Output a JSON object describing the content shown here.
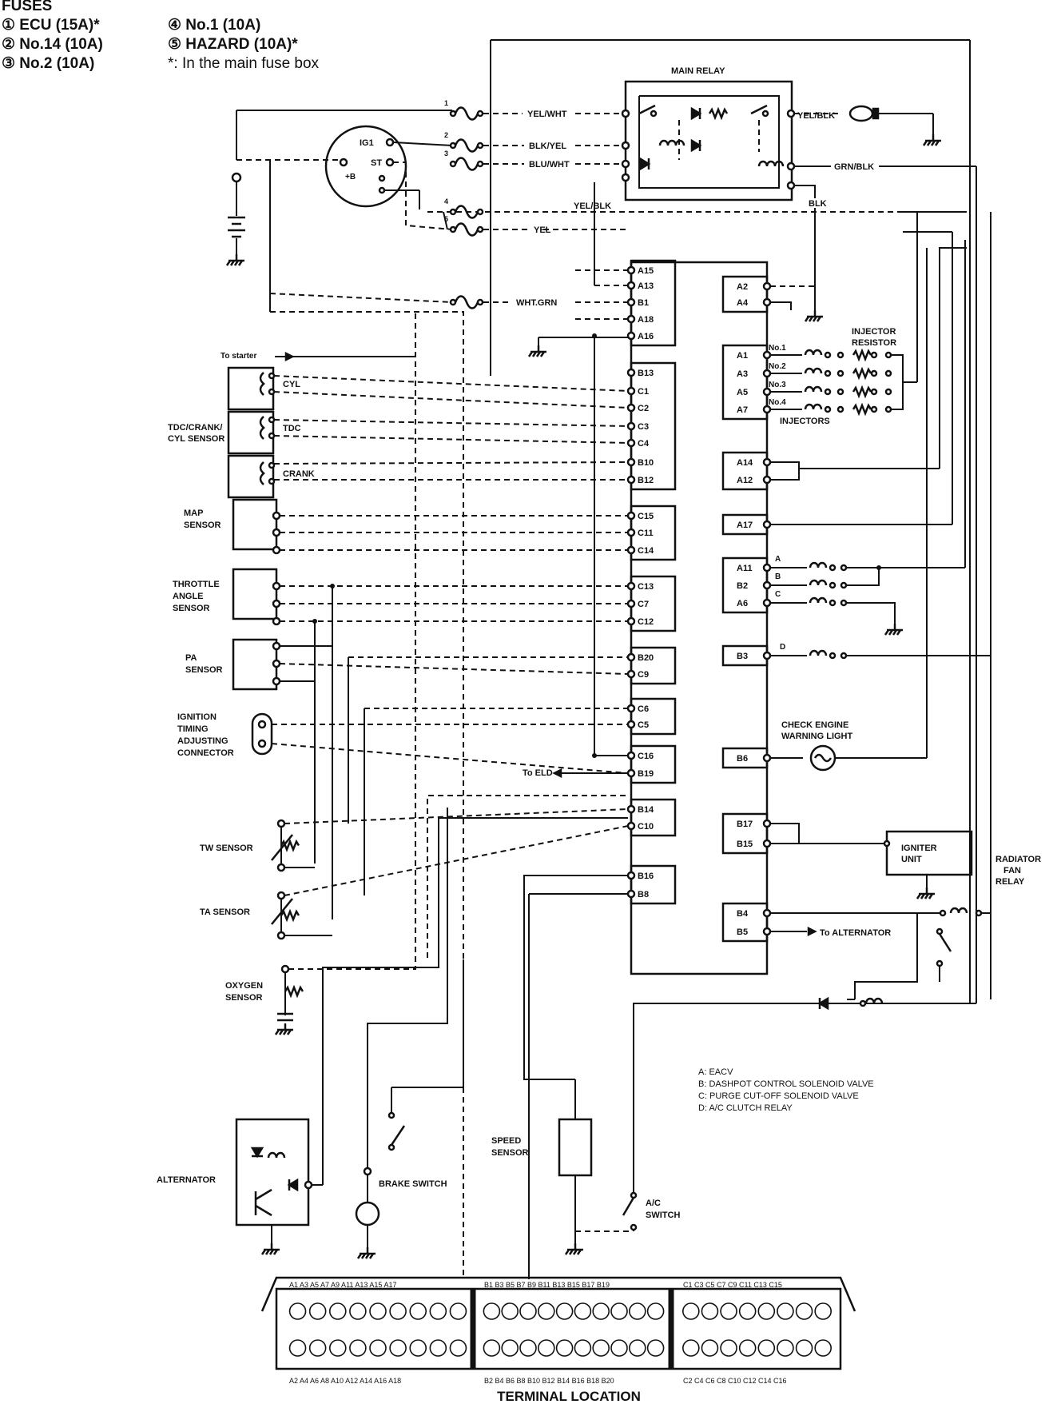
{
  "fuses": {
    "heading": "FUSES",
    "left": [
      "① ECU (15A)*",
      "② No.14 (10A)",
      "③ No.2 (10A)"
    ],
    "right": [
      "④ No.1 (10A)",
      "⑤ HAZARD (10A)*",
      "*: In the main fuse box"
    ]
  },
  "ignition": {
    "ig1": "IG1",
    "st": "ST",
    "b": "+B"
  },
  "relay": {
    "title": "MAIN RELAY"
  },
  "wires": {
    "yel_wht": "YEL/WHT",
    "blk_yel": "BLK/YEL",
    "blu_wht": "BLU/WHT",
    "yel_blk_a": "YEL/BLK",
    "yel": "YEL",
    "wht_grn": "WHT.GRN",
    "yel_blk_b": "YEL/BLK",
    "grn_blk": "GRN/BLK",
    "blk": "BLK"
  },
  "fuse_numbers": [
    "1",
    "2",
    "3",
    "4",
    "5"
  ],
  "left_components": {
    "to_starter": "To starter",
    "cyl": "CYL",
    "tdc": "TDC",
    "crank": "CRANK",
    "tdc_sensor": [
      "TDC/CRANK/",
      "CYL SENSOR"
    ],
    "map": [
      "MAP",
      "SENSOR"
    ],
    "throttle": [
      "THROTTLE",
      "ANGLE",
      "SENSOR"
    ],
    "pa": [
      "PA",
      "SENSOR"
    ],
    "ign_timing": [
      "IGNITION",
      "TIMING",
      "ADJUSTING",
      "CONNECTOR"
    ],
    "tw": "TW SENSOR",
    "ta": "TA SENSOR",
    "oxygen": [
      "OXYGEN",
      "SENSOR"
    ],
    "alternator": "ALTERNATOR",
    "brake": "BRAKE SWITCH",
    "speed": [
      "SPEED",
      "SENSOR"
    ],
    "ac_switch": [
      "A/C",
      "SWITCH"
    ]
  },
  "ecu_left_terminals": [
    "A15",
    "A13",
    "B1",
    "A18",
    "A16",
    "B13",
    "C1",
    "C2",
    "C3",
    "C4",
    "B10",
    "B12",
    "C15",
    "C11",
    "C14",
    "C13",
    "C7",
    "C12",
    "B20",
    "C9",
    "C6",
    "C5",
    "C16",
    "B19",
    "B14",
    "C10",
    "B16",
    "B8"
  ],
  "ecu_right_terminals": [
    "A2",
    "A4",
    "A1",
    "A3",
    "A5",
    "A7",
    "A14",
    "A12",
    "A17",
    "A11",
    "B2",
    "A6",
    "B3",
    "B6",
    "B17",
    "B15",
    "B4",
    "B5"
  ],
  "right_components": {
    "injector_resistor": [
      "INJECTOR",
      "RESISTOR"
    ],
    "injectors": "INJECTORS",
    "inj_numbers": [
      "No.1",
      "No.2",
      "No.3",
      "No.4"
    ],
    "check_engine": [
      "CHECK ENGINE",
      "WARNING LIGHT"
    ],
    "igniter": [
      "IGNITER",
      "UNIT"
    ],
    "radiator": [
      "RADIATOR",
      "FAN",
      "RELAY"
    ],
    "to_alternator": "To ALTERNATOR",
    "to_eld": "To ELD",
    "letters": [
      "A",
      "B",
      "C",
      "D"
    ]
  },
  "solenoid_legend": [
    "A: EACV",
    "B: DASHPOT CONTROL SOLENOID VALVE",
    "C: PURGE CUT-OFF SOLENOID VALVE",
    "D: A/C CLUTCH RELAY"
  ],
  "terminal_location": {
    "title": "TERMINAL LOCATION",
    "a_top": "A1 A3 A5 A7 A9 A11 A13 A15 A17",
    "b_top": "B1 B3 B5 B7 B9 B11 B13 B15 B17 B19",
    "c_top": "C1 C3 C5 C7 C9 C11 C13 C15",
    "a_bottom": "A2 A4 A6 A8 A10 A12 A14 A16 A18",
    "b_bottom": "B2 B4 B6 B8 B10 B12 B14 B16 B18 B20",
    "c_bottom": "C2 C4 C6 C8 C10 C12 C14 C16"
  }
}
